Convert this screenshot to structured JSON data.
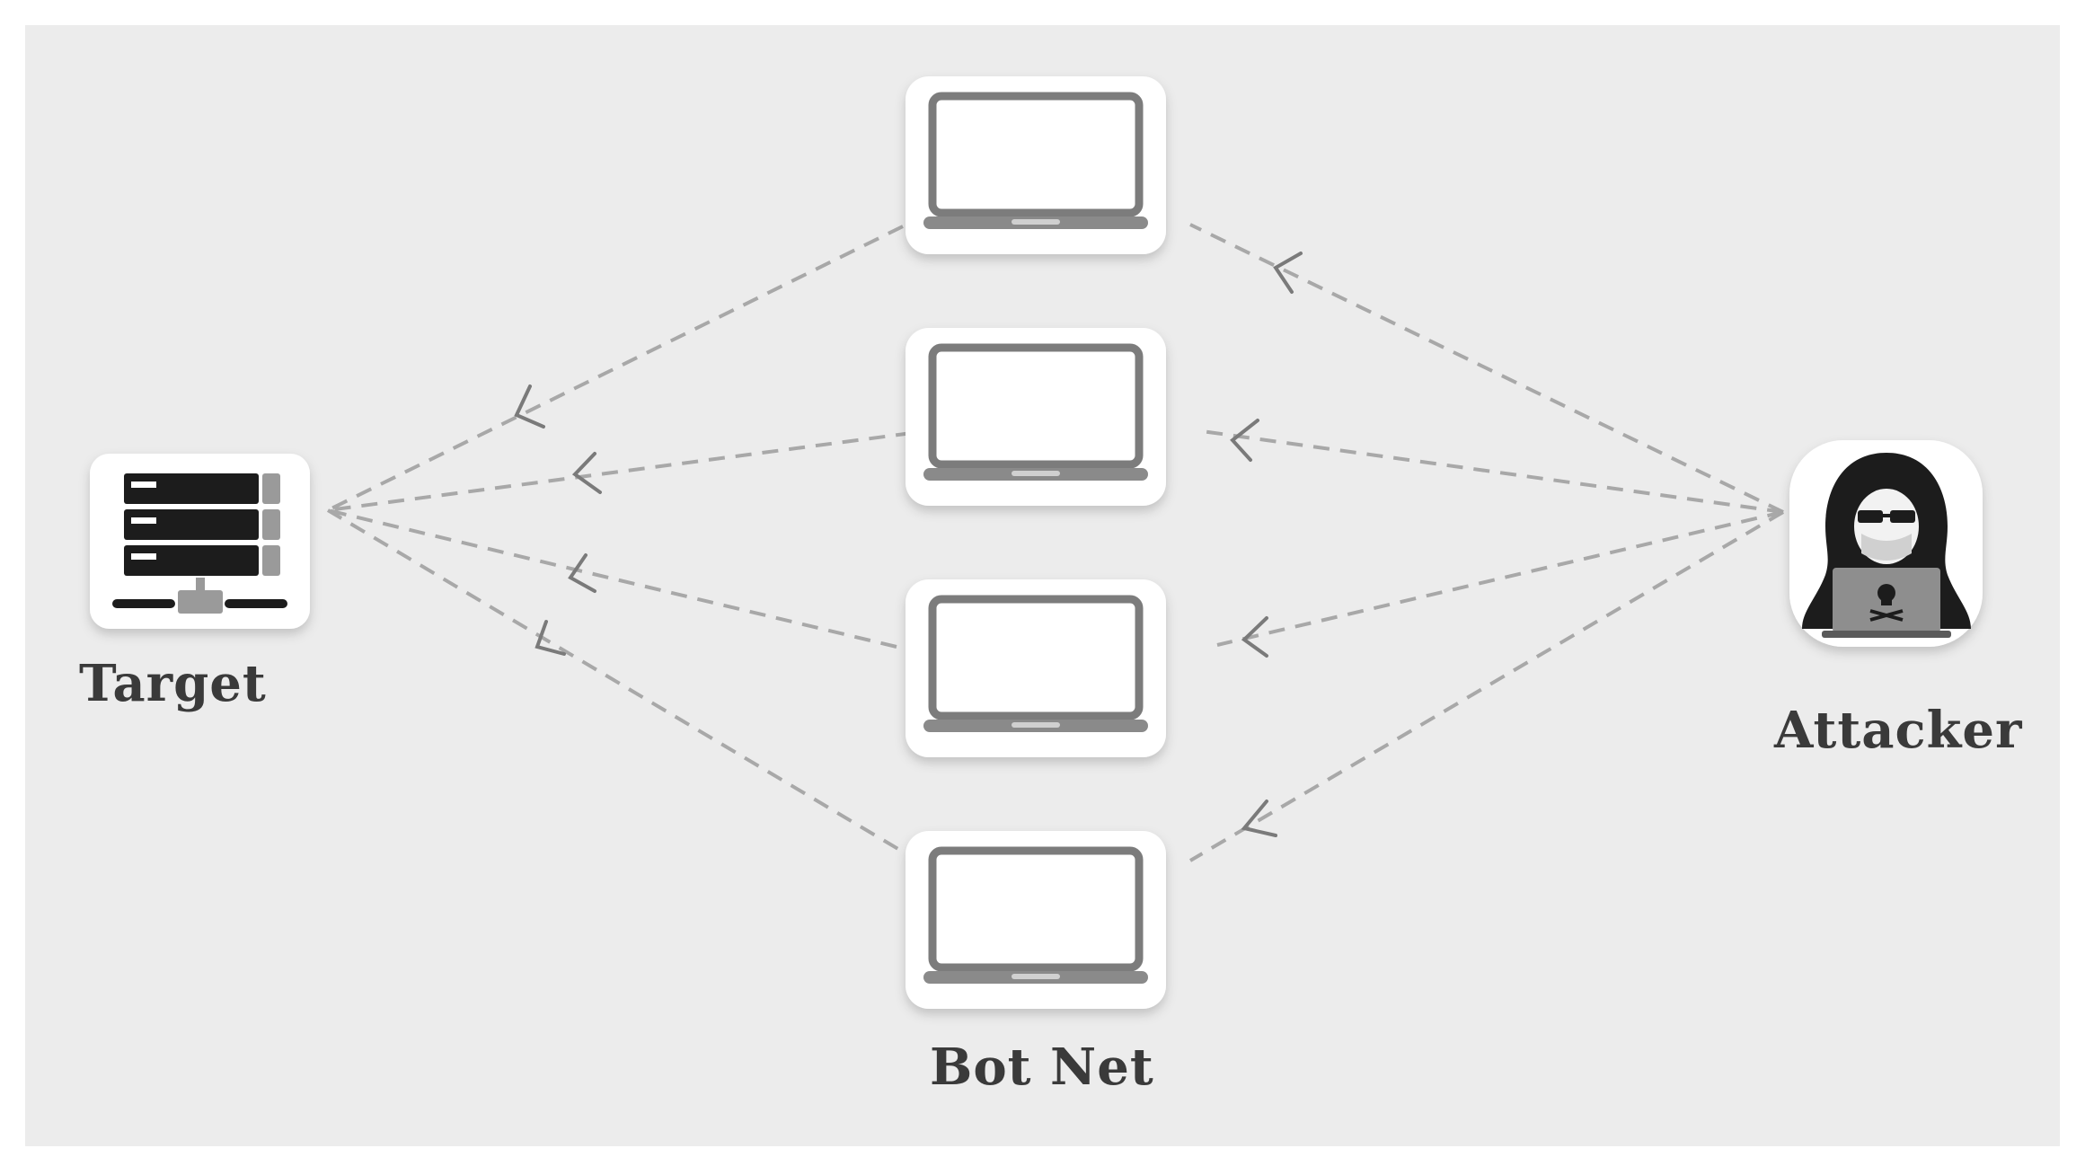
{
  "labels": {
    "target": "Target",
    "attacker": "Attacker",
    "botnet": "Bot Net"
  },
  "nodes": {
    "target": {
      "icon": "server-icon"
    },
    "attacker": {
      "icon": "hooded-hacker-icon"
    },
    "bots": [
      {
        "icon": "laptop-icon"
      },
      {
        "icon": "laptop-icon"
      },
      {
        "icon": "laptop-icon"
      },
      {
        "icon": "laptop-icon"
      }
    ]
  },
  "edges": [
    {
      "from": "attacker",
      "to": "bot-1"
    },
    {
      "from": "attacker",
      "to": "bot-2"
    },
    {
      "from": "attacker",
      "to": "bot-3"
    },
    {
      "from": "attacker",
      "to": "bot-4"
    },
    {
      "from": "bot-1",
      "to": "target"
    },
    {
      "from": "bot-2",
      "to": "target"
    },
    {
      "from": "bot-3",
      "to": "target"
    },
    {
      "from": "bot-4",
      "to": "target"
    }
  ],
  "colors": {
    "background": "#ececec",
    "page": "#ffffff",
    "edge": "#a8a8a8",
    "icon_dark": "#2a2a2a",
    "icon_mid": "#8a8a8a",
    "label": "#3a3a3a"
  }
}
